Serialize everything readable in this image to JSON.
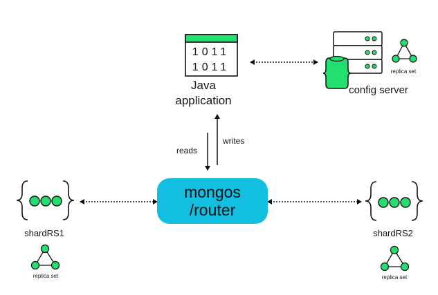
{
  "java_app": {
    "binary_row1": "1011",
    "binary_row2": "1011",
    "label": "Java\napplication"
  },
  "config_server": {
    "label": "config server"
  },
  "arrows": {
    "reads_label": "reads",
    "writes_label": "writes"
  },
  "mongos": {
    "label": "mongos\n/router"
  },
  "shards": [
    {
      "label": "shardRS1",
      "replica_label": "replica set"
    },
    {
      "label": "shardRS2",
      "replica_label": "replica set"
    }
  ],
  "config_replica_label": "replica set",
  "colors": {
    "green": "#22e06f",
    "router": "#12bfe0",
    "stroke": "#111111"
  }
}
